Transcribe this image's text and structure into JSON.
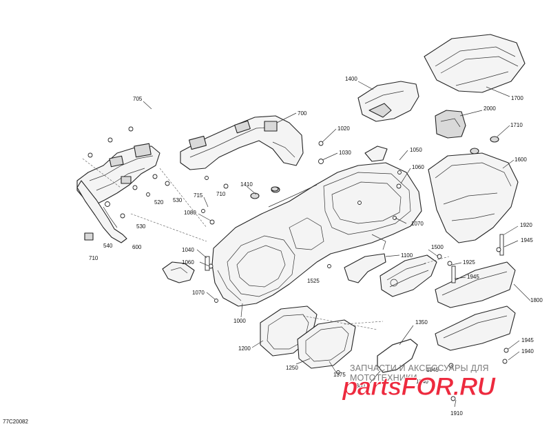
{
  "diagram": {
    "document_code": "77C20082",
    "callouts": [
      {
        "id": "c705",
        "label": "705"
      },
      {
        "id": "c700",
        "label": "700"
      },
      {
        "id": "c1400",
        "label": "1400"
      },
      {
        "id": "c1700",
        "label": "1700"
      },
      {
        "id": "c2000",
        "label": "2000"
      },
      {
        "id": "c1710",
        "label": "1710"
      },
      {
        "id": "c1020",
        "label": "1020"
      },
      {
        "id": "c1030",
        "label": "1030"
      },
      {
        "id": "c1050",
        "label": "1050"
      },
      {
        "id": "c1060",
        "label": "1060"
      },
      {
        "id": "c1600",
        "label": "1600"
      },
      {
        "id": "c1410",
        "label": "1410"
      },
      {
        "id": "c520",
        "label": "520"
      },
      {
        "id": "c530a",
        "label": "530"
      },
      {
        "id": "c715",
        "label": "715"
      },
      {
        "id": "c710a",
        "label": "710"
      },
      {
        "id": "c1080",
        "label": "1080"
      },
      {
        "id": "c530b",
        "label": "530"
      },
      {
        "id": "c540",
        "label": "540"
      },
      {
        "id": "c600",
        "label": "600"
      },
      {
        "id": "c710b",
        "label": "710"
      },
      {
        "id": "c1070a",
        "label": "1070"
      },
      {
        "id": "c1920",
        "label": "1920"
      },
      {
        "id": "c1945a",
        "label": "1945"
      },
      {
        "id": "c1040",
        "label": "1040"
      },
      {
        "id": "c1060b",
        "label": "1060"
      },
      {
        "id": "c1100",
        "label": "1100"
      },
      {
        "id": "c1500",
        "label": "1500"
      },
      {
        "id": "c1925",
        "label": "1925"
      },
      {
        "id": "c1945b",
        "label": "1945"
      },
      {
        "id": "c1525",
        "label": "1525"
      },
      {
        "id": "c1070b",
        "label": "1070"
      },
      {
        "id": "c1800",
        "label": "1800"
      },
      {
        "id": "c1000",
        "label": "1000"
      },
      {
        "id": "c1350",
        "label": "1350"
      },
      {
        "id": "c1200",
        "label": "1200"
      },
      {
        "id": "c1945c",
        "label": "1945"
      },
      {
        "id": "c1940a",
        "label": "1940"
      },
      {
        "id": "c1250",
        "label": "1250"
      },
      {
        "id": "c1375",
        "label": "1375"
      },
      {
        "id": "c1300",
        "label": "1300"
      },
      {
        "id": "c1945d",
        "label": "1945"
      },
      {
        "id": "c1940b",
        "label": "1940"
      },
      {
        "id": "c1910",
        "label": "1910"
      }
    ]
  },
  "watermark": {
    "tagline": "ЗАПЧАСТИ И АКСЕССУАРЫ ДЛЯ МОТОТЕХНИКИ",
    "logo": "partsFOR.RU",
    "logo_color": "#ed2a3e"
  }
}
